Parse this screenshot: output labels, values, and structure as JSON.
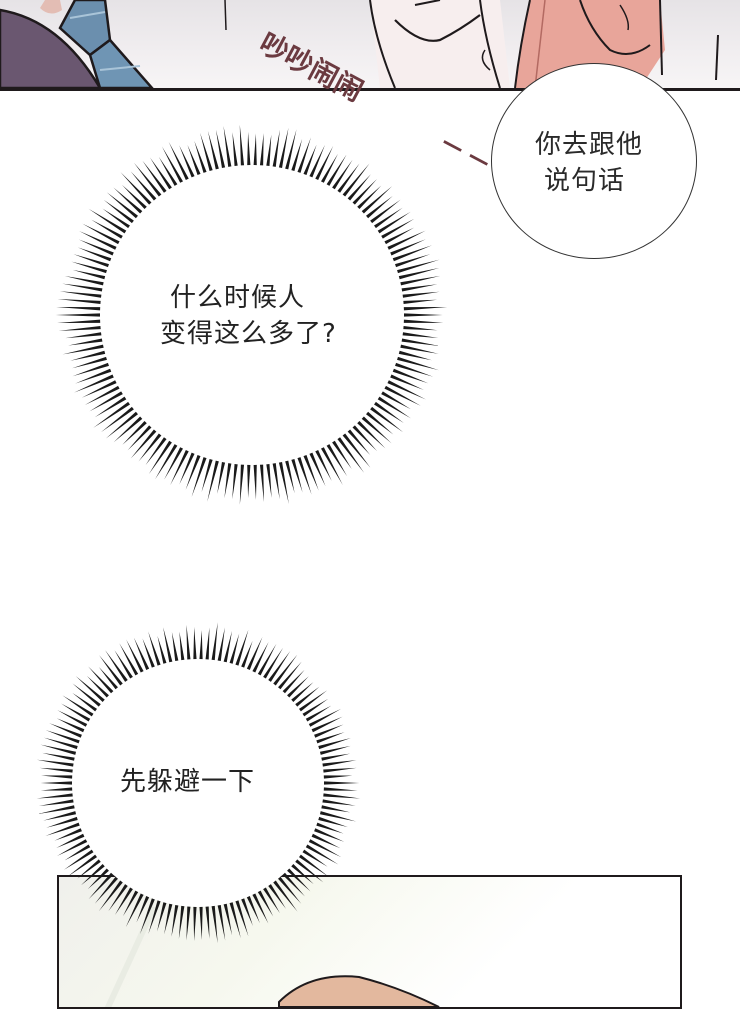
{
  "panels": {
    "top": {
      "sound_effect": "吵吵闹闹",
      "sound_effect_trail": "—  —",
      "colors": {
        "jacket": "#6a5770",
        "tie": "#6b8fae",
        "skin": "#e8a59a",
        "shirt": "#f6ecec",
        "ink": "#1f1a1c",
        "sfx": "#6b3a40"
      }
    },
    "speech_bubble": {
      "lines": [
        "你去跟他",
        "说句话"
      ]
    },
    "burst_bubble_1": {
      "lines": [
        "什么时候人",
        "变得这么多了?"
      ]
    },
    "burst_bubble_2": {
      "lines": [
        "先躲避一下"
      ]
    },
    "bottom": {
      "colors": {
        "bg": "#f4f6ec",
        "skin": "#e3b89e"
      }
    }
  }
}
